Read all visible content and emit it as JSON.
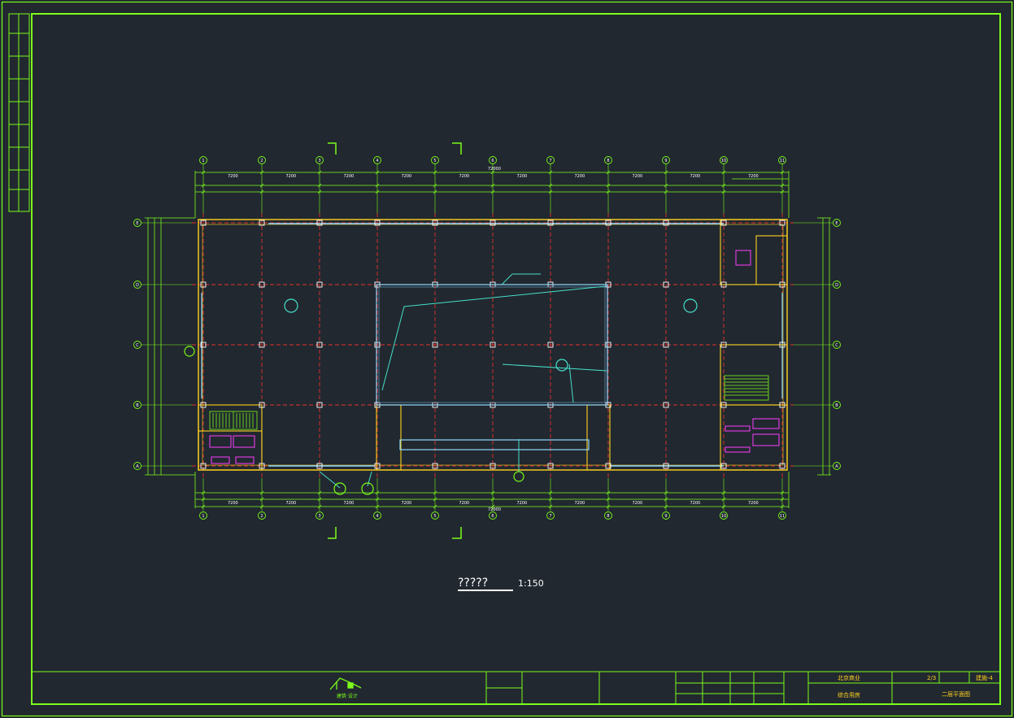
{
  "drawing": {
    "title": "?????",
    "scale": "1:150",
    "column_axes_top": [
      "1",
      "2",
      "3",
      "4",
      "5",
      "6",
      "7",
      "8",
      "9",
      "10",
      "11"
    ],
    "column_axes_bottom": [
      "1",
      "2",
      "3",
      "4",
      "5",
      "6",
      "7",
      "8",
      "9",
      "10",
      "11"
    ],
    "row_axes": [
      "A",
      "B",
      "C",
      "D",
      "E"
    ],
    "bay_dims": [
      "7200",
      "7200",
      "7200",
      "7200",
      "7200",
      "7200",
      "7200",
      "7200",
      "7200",
      "7200"
    ],
    "overall_dim": "72000"
  },
  "title_block": {
    "logo_text": "建筑·设计",
    "project": "北京商业",
    "item": "综合用房",
    "number": "2/3",
    "drawing_no": "建施-4",
    "drawing_name": "二层平面图"
  },
  "colors": {
    "background": "#212830",
    "frame": "#7cfc1a",
    "grid": "#e8322b",
    "wall": "#ffd21f",
    "dimension": "#7cfc1a",
    "window": "#8fd8ff",
    "fixture": "#ff3dff",
    "annotation": "#ffffff",
    "leader": "#46e0c8"
  }
}
